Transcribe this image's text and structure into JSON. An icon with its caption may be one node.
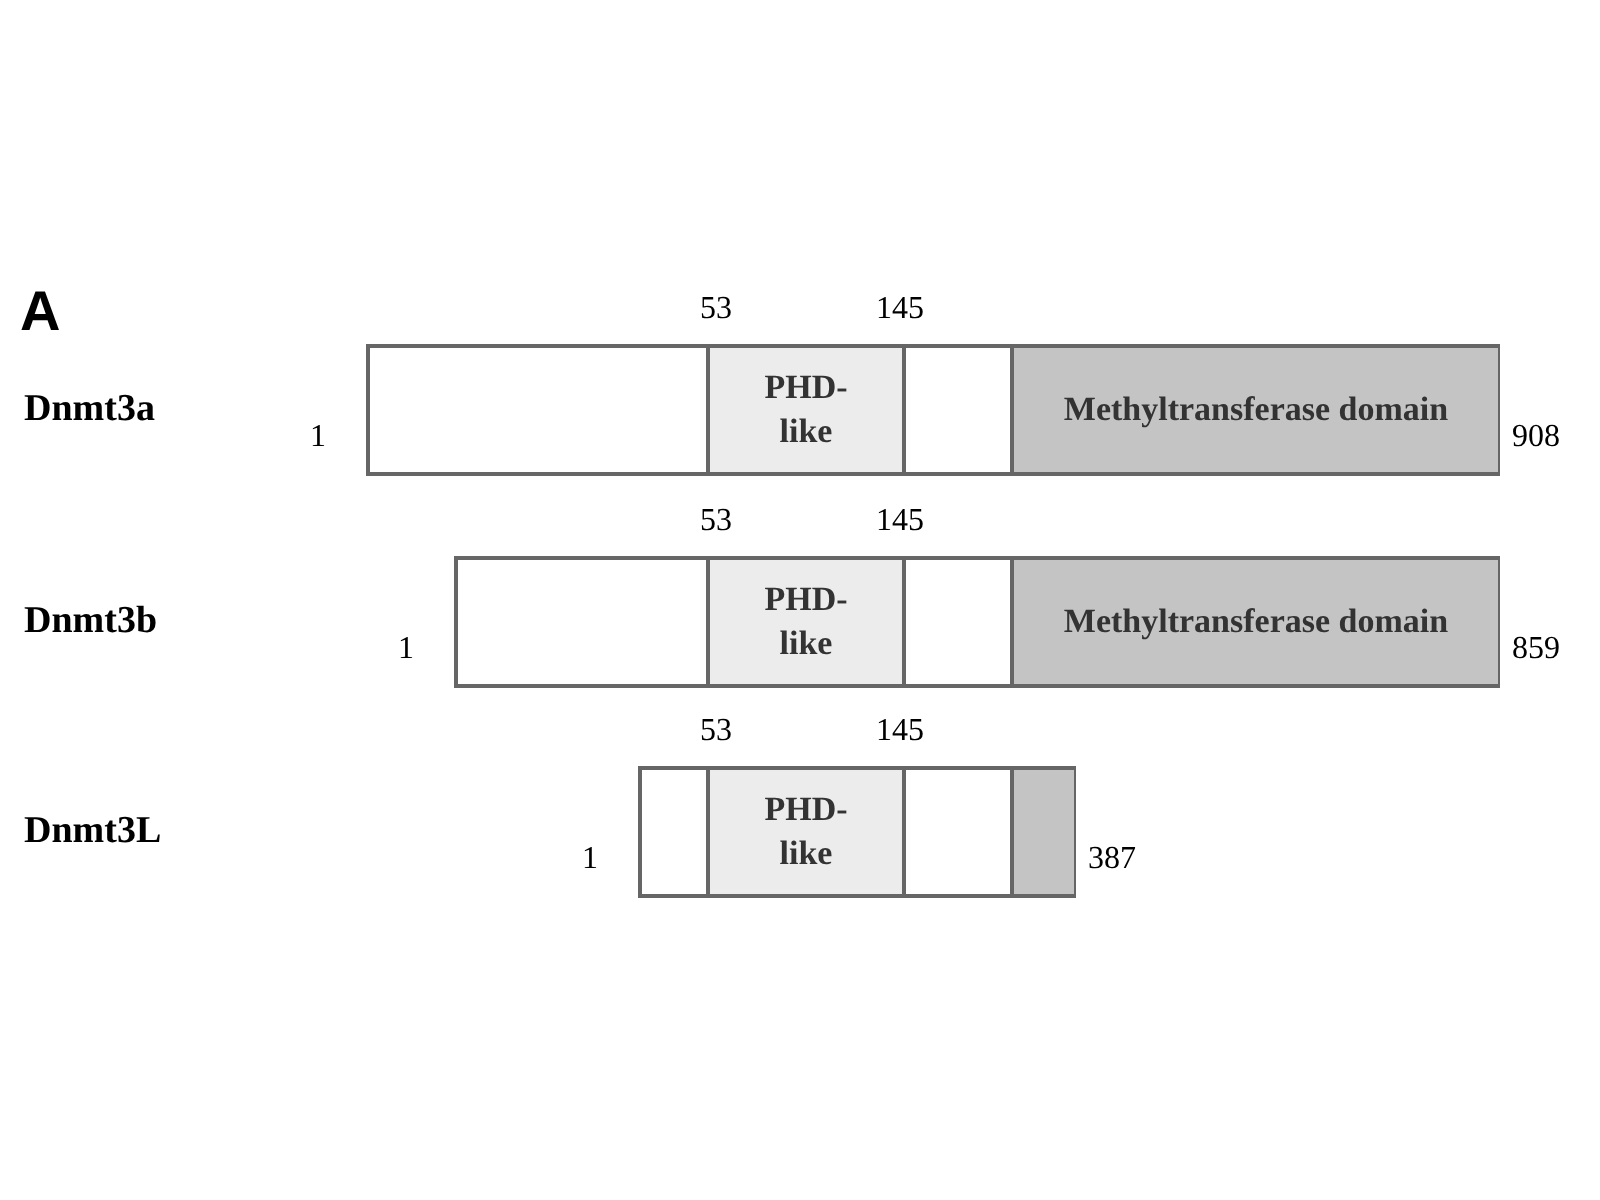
{
  "diagram": {
    "nodes": [
      {
        "text": [],
        "shape": "bar",
        "beside": [
          "1",
          "908"
        ]
      },
      {
        "text": [],
        "shape": "box",
        "in": 0
      },
      {
        "text": [
          "PHD- like"
        ],
        "in": 0
      },
      {
        "text": [],
        "shape": "box",
        "in": 0
      },
      {
        "text": [
          "Methyltransferase domain"
        ],
        "in": 0
      },
      {
        "text": [],
        "shape": "bar",
        "beside": [
          "1",
          "859"
        ]
      },
      {
        "text": [],
        "shape": "box",
        "in": 5
      },
      {
        "text": [
          "PHD- like"
        ],
        "in": 5
      },
      {
        "text": [],
        "shape": "box",
        "in": 5
      },
      {
        "text": [
          "Methyltransferase domain"
        ],
        "in": 5
      },
      {
        "text": [],
        "shape": "bar",
        "beside": [
          "1",
          "387"
        ]
      },
      {
        "text": [],
        "shape": "box",
        "in": 10
      },
      {
        "text": [
          "PHD- like"
        ],
        "in": 10
      },
      {
        "text": [],
        "shape": "box",
        "in": 10
      },
      {
        "text": [],
        "shape": "box",
        "in": 10
      }
    ],
    "labels": [
      "A",
      "53",
      "145",
      "Dnmt3a",
      "53",
      "145",
      "Dnmt3b",
      "53",
      "145",
      "Dnmt3L"
    ]
  }
}
